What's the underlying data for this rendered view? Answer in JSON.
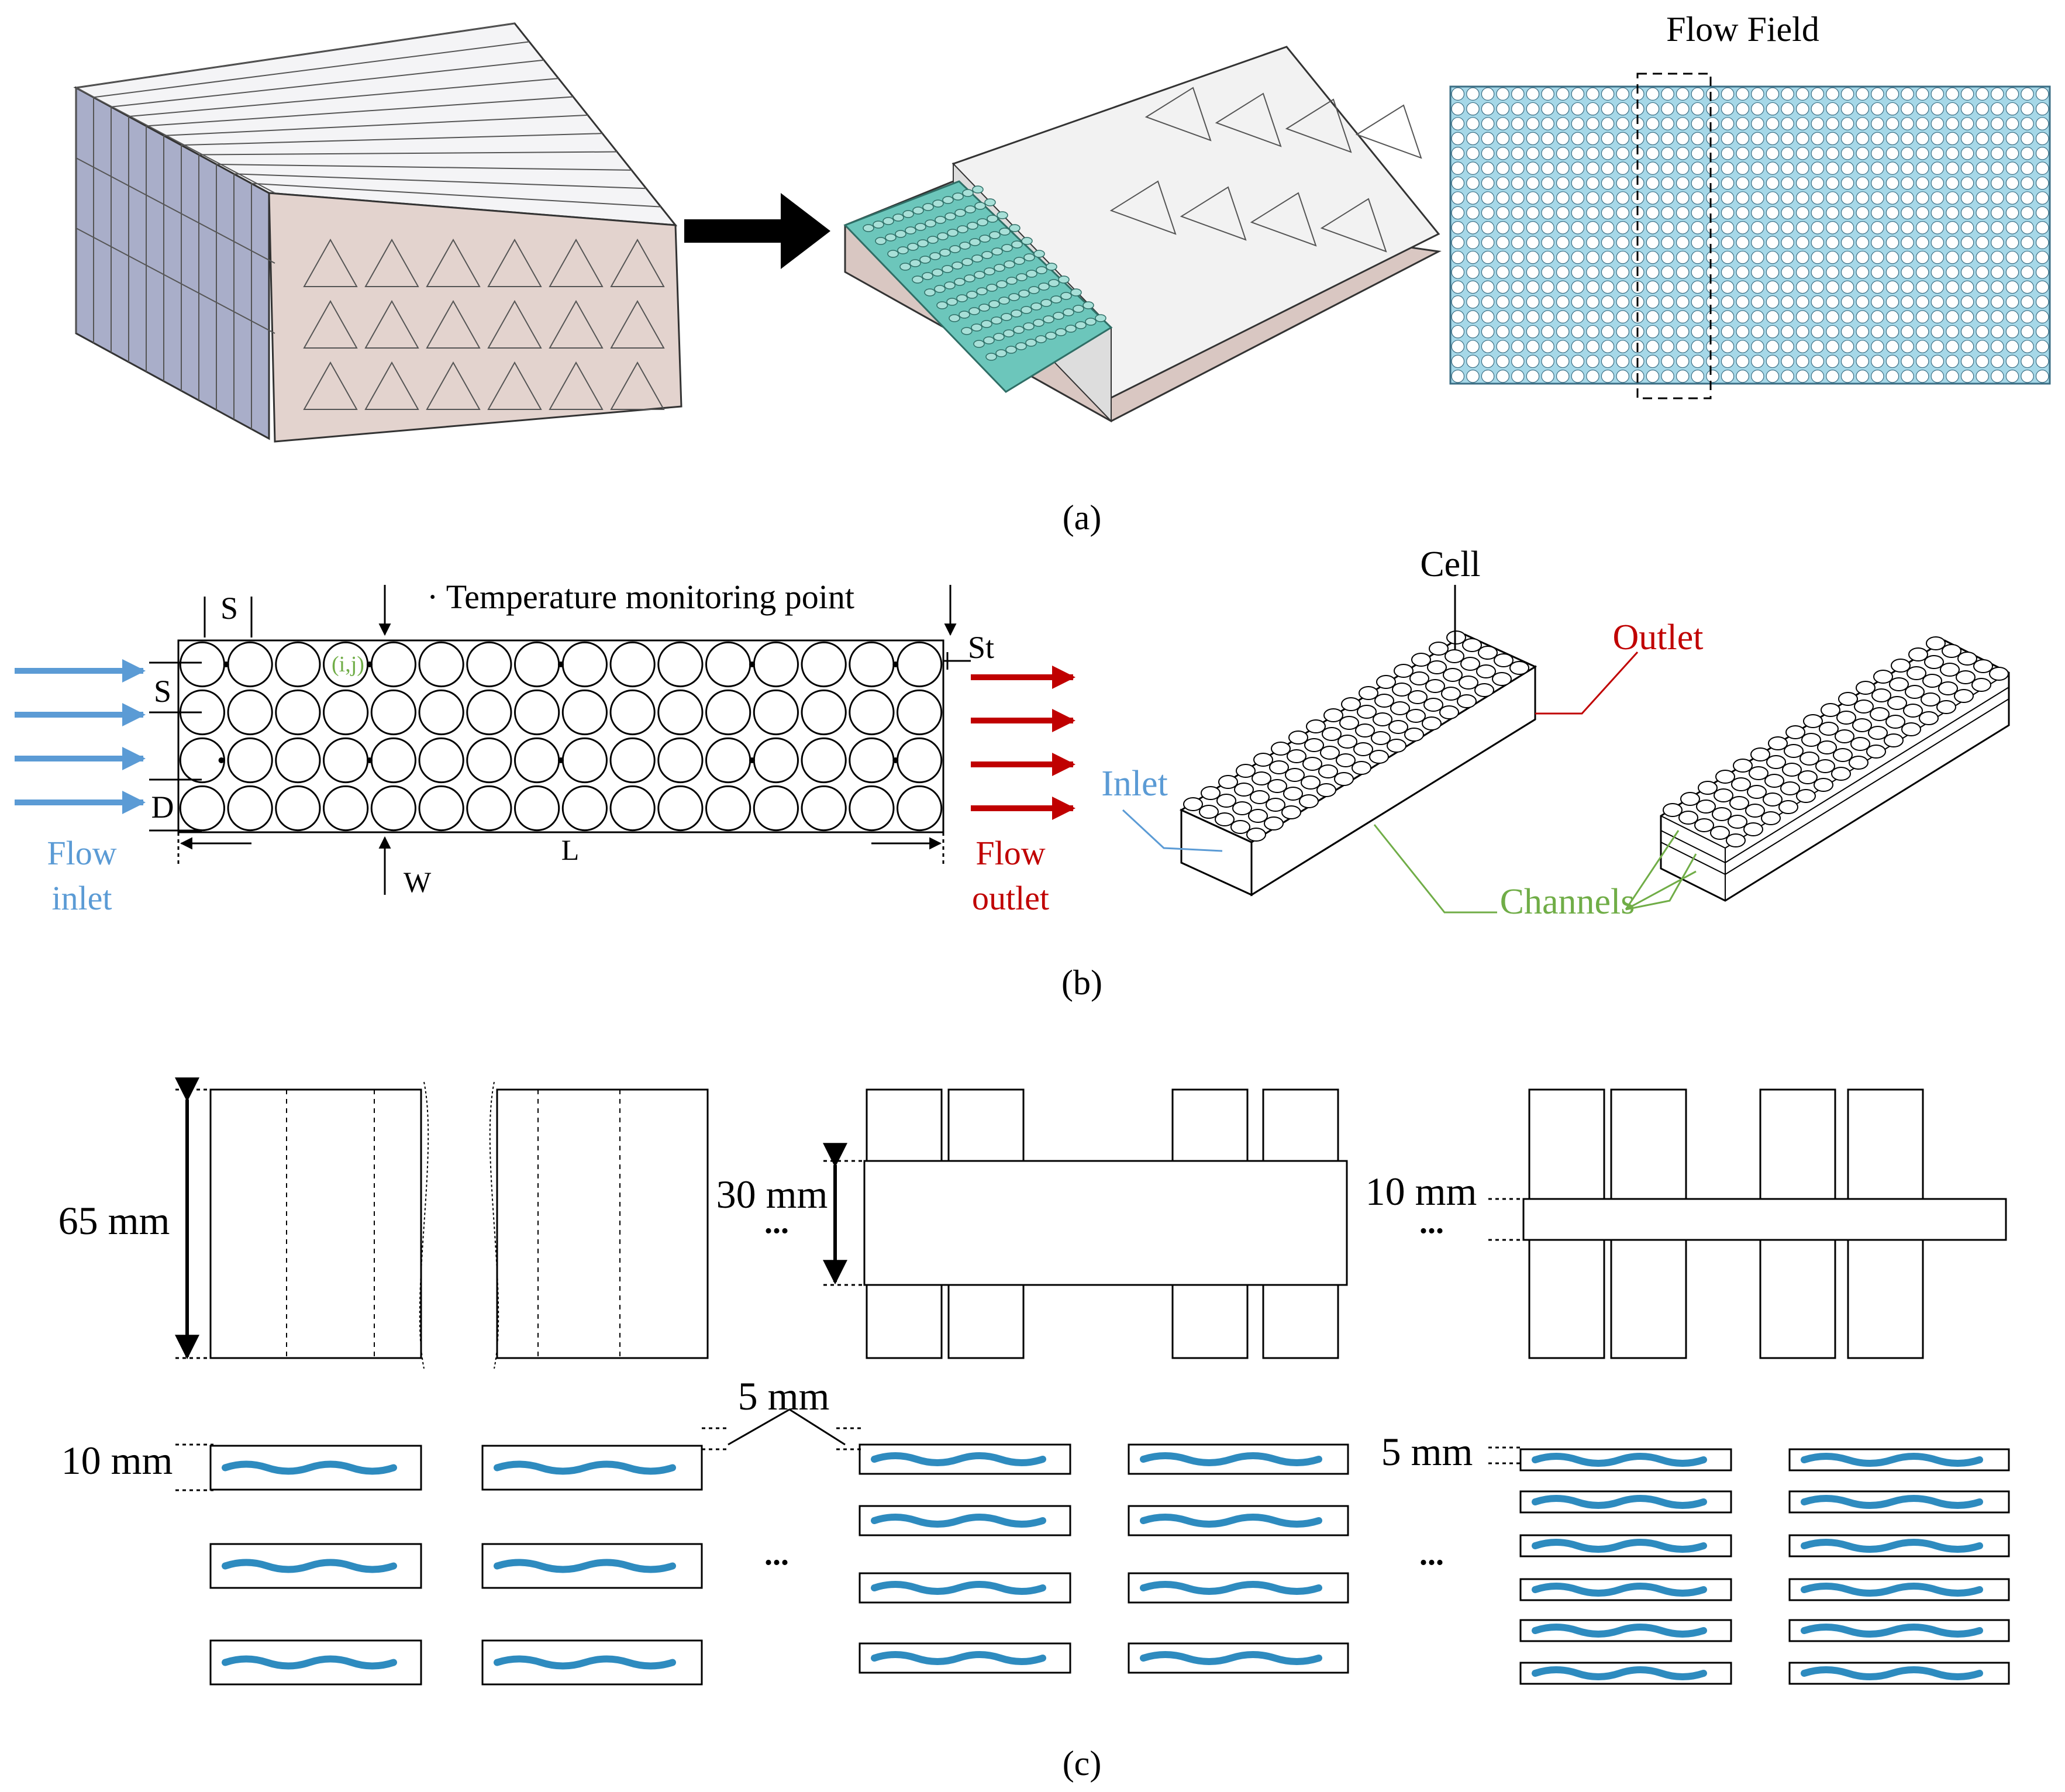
{
  "panels": {
    "a": {
      "caption": "(a)",
      "flow_field_label": "Flow Field"
    },
    "b": {
      "caption": "(b)",
      "legend_text": "· Temperature monitoring point",
      "dim_labels": {
        "S": "S",
        "St": "St",
        "D": "D",
        "W": "W",
        "L": "L",
        "ij": "(i,j)"
      },
      "flow_inlet": [
        "Flow",
        "inlet"
      ],
      "flow_outlet": [
        "Flow",
        "outlet"
      ],
      "callouts": {
        "cell": "Cell",
        "outlet": "Outlet",
        "inlet": "Inlet",
        "channels": "Channels"
      }
    },
    "c": {
      "caption": "(c)",
      "top_labels": [
        "65 mm",
        "30 mm",
        "10 mm"
      ],
      "bottom_labels": [
        "10 mm",
        "5 mm",
        "5 mm"
      ],
      "ellipsis": "..."
    }
  },
  "colors": {
    "pack_side": "#e3d3ce",
    "pack_front": "#a9aec9",
    "cell_teal": "#6cc6bb",
    "flow_field_fill": "#a6d8e8",
    "flow_field_border": "#3b6e84",
    "inlet_blue": "#5b9bd5",
    "outlet_red": "#c00000",
    "channel_green": "#70ad47",
    "ij_green": "#70ad47",
    "wave_blue": "#2e8bbf"
  }
}
